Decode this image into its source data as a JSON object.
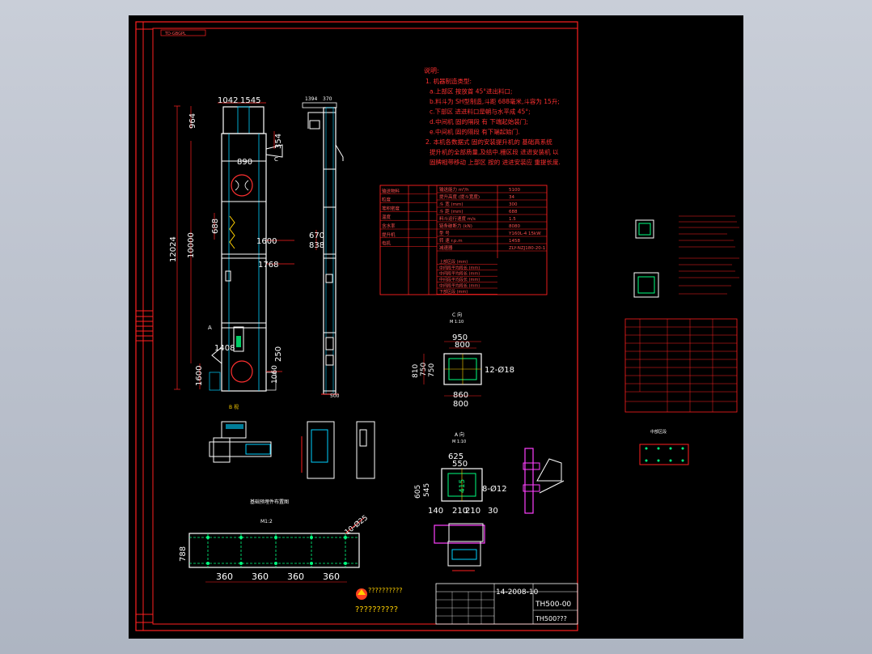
{
  "drawing": {
    "header_tag": "TD-GBGPL",
    "note_heading": "说明:",
    "notes": [
      "1. 机器制造类型:",
      "a.上部区 按放首 45°进出料口;",
      "b.料斗为 SH型制造,斗距 688毫米,斗容为 15升;",
      "c.下部区 进进料口是朝与水平成 45°;",
      "d.中间机 固的隔段 有 下端起始装门;",
      "e.中间机 固的隔段 有下端起始门.",
      "2. 本机各数据式 固的安装提升机的 基础高系统",
      "提升机的全部质量,及结中.栅区段 进进安装机 以",
      "固牌相带移动 上部区 按的 进进安装应 重提长度."
    ],
    "elevation_dims": [
      "1042",
      "1545",
      "964",
      "354",
      "890",
      "688",
      "1600",
      "12024",
      "10000",
      "1768",
      "670",
      "838",
      "1600",
      "1408",
      "250",
      "1394",
      "370"
    ],
    "spec_rows": [
      [
        "输送能力 m³/h",
        "5100"
      ],
      [
        "提升高度 (提斗宽度)",
        "34"
      ],
      [
        "斗 宽 (mm)",
        "300"
      ],
      [
        "斗 距 (mm)",
        "688"
      ],
      [
        "料斗运行速度 m/s",
        "1.5"
      ],
      [
        "链条破断力 (kN)",
        "8080"
      ],
      [
        "型 号",
        "Y160L-4   15kW"
      ],
      [
        "转 速 r.p.m",
        "1458"
      ],
      [
        "减速器",
        "ZLY-NZJ180-20-1"
      ]
    ],
    "spec_left_rows": [
      "输送物料",
      "粒度",
      "堆积密度",
      "温度",
      "含水率",
      "提升机",
      "电机"
    ],
    "spec_sub_rows": [
      "上部区段 (mm)",
      "中间段平均段长 (mm)",
      "中间段平均段长 (mm)",
      "中间段平均段长 (mm)",
      "中间段平均段长 (mm)",
      "下部区段 (mm)"
    ],
    "section_c": {
      "label": "C 向",
      "scale": "M 1:10",
      "dims": [
        "950",
        "800",
        "810",
        "750",
        "750",
        "860",
        "800"
      ],
      "holes": "12-Ø18"
    },
    "section_a": {
      "label": "A 向",
      "scale": "M 1:10",
      "dims": [
        "625",
        "550",
        "605",
        "545",
        "415",
        "140",
        "210",
        "210",
        "30"
      ],
      "holes": "8-Ø12"
    },
    "anchor_plan": {
      "title": "基础预埋件布置图",
      "scale": "M1:2",
      "height": "788",
      "spacing": [
        "360",
        "360",
        "360",
        "360"
      ],
      "holes": "10-Ø25"
    },
    "small_view_label": "B  视",
    "side_small_label": "中部区段",
    "title_block": {
      "drawing_no": "14-2008-10",
      "model": "TH500-00",
      "model2": "TH500???",
      "company_text": "??????????",
      "company_text2": "??????????"
    }
  }
}
